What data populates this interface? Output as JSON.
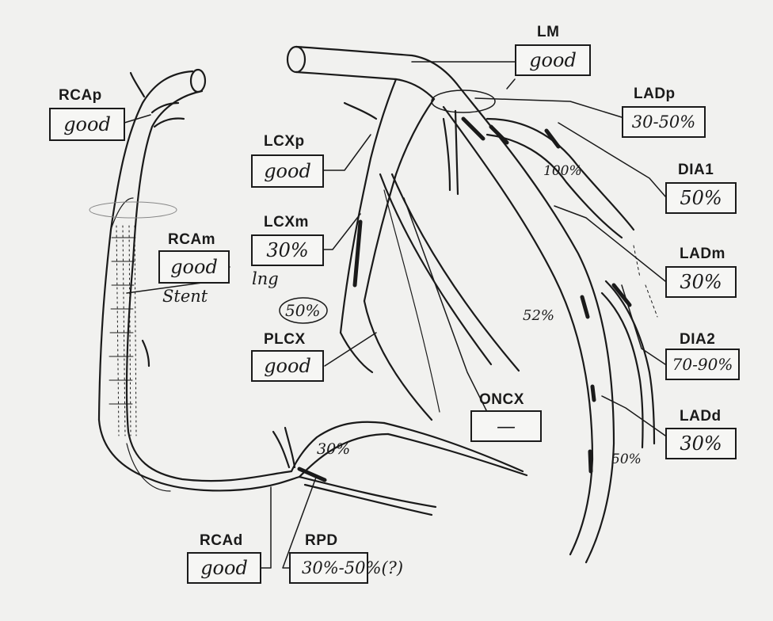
{
  "segments": {
    "lm": {
      "label": "LM",
      "value": "good"
    },
    "rcap": {
      "label": "RCAp",
      "value": "good"
    },
    "lcxp": {
      "label": "LCXp",
      "value": "good"
    },
    "lcxm": {
      "label": "LCXm",
      "value": "30%",
      "note": "lng"
    },
    "rcam": {
      "label": "RCAm",
      "value": "good",
      "note": "Stent"
    },
    "ladp": {
      "label": "LADp",
      "value": "30-50%"
    },
    "dia1": {
      "label": "DIA1",
      "value": "50%"
    },
    "ladm": {
      "label": "LADm",
      "value": "30%"
    },
    "dia2": {
      "label": "DIA2",
      "value": "70-90%"
    },
    "plcx": {
      "label": "PLCX",
      "value": "good"
    },
    "oncx": {
      "label": "ONCX",
      "value": "—"
    },
    "ladd": {
      "label": "LADd",
      "value": "30%"
    },
    "rcad": {
      "label": "RCAd",
      "value": "good"
    },
    "rpd": {
      "label": "RPD",
      "value": "30%-50%(?)"
    }
  },
  "annotations": {
    "lad_100": "100%",
    "lcx_50": "50%",
    "lad_52": "52%",
    "rpd_30": "30%",
    "ladd_50": "50%"
  }
}
